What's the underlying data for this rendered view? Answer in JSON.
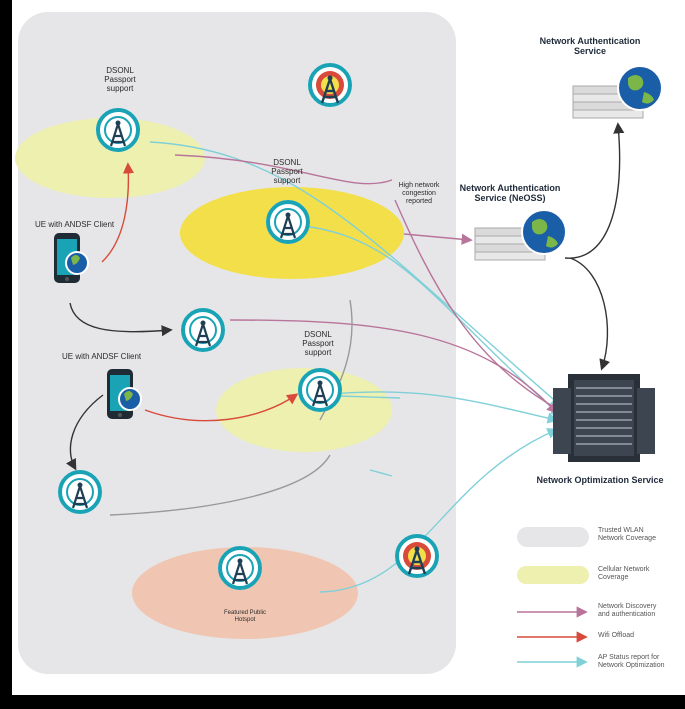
{
  "colors": {
    "trusted_wlan": "#e6e6e8",
    "cellular": "#eef0b0",
    "wlan_yellow": "#f3df4a",
    "salmon": "#f0c6b2",
    "teal": "#1aa3b5",
    "red_arrow": "#d84a3a",
    "purple_arrow": "#b8749a",
    "cyan_arrow": "#7fd0d8",
    "dark_arrow": "#333333",
    "globe_blue": "#1b5ea8",
    "globe_green": "#7ab648"
  },
  "labels": {
    "dsonl_1": "DSONL\nPassport\nsupport",
    "dsonl_2": "DSONL\nPassport\nsupport",
    "dsonl_3": "DSONL\nPassport\nsupport",
    "ue_andsf_1": "UE with ANDSF Client",
    "ue_andsf_2": "UE with ANDSF Client",
    "high_congestion": "High network\ncongestion\nreported",
    "nas_top": "Network Authentication\nService",
    "nas_mid": "Network Authentication\nService (NeOSS)",
    "nos": "Network Optimization Service",
    "public_hotspot": "Featured Public\nHotspot"
  },
  "legend": [
    {
      "swatch": "gray",
      "text": "Trusted WLAN\nNetwork Coverage"
    },
    {
      "swatch": "cellular",
      "text": "Cellular Network\nCoverage"
    },
    {
      "swatch": "purple-arrow",
      "text": "Network Discovery\nand authentication"
    },
    {
      "swatch": "red-arrow",
      "text": "Wifi Offload"
    },
    {
      "swatch": "cyan-arrow",
      "text": "AP Status report for\nNetwork Optimization"
    }
  ]
}
